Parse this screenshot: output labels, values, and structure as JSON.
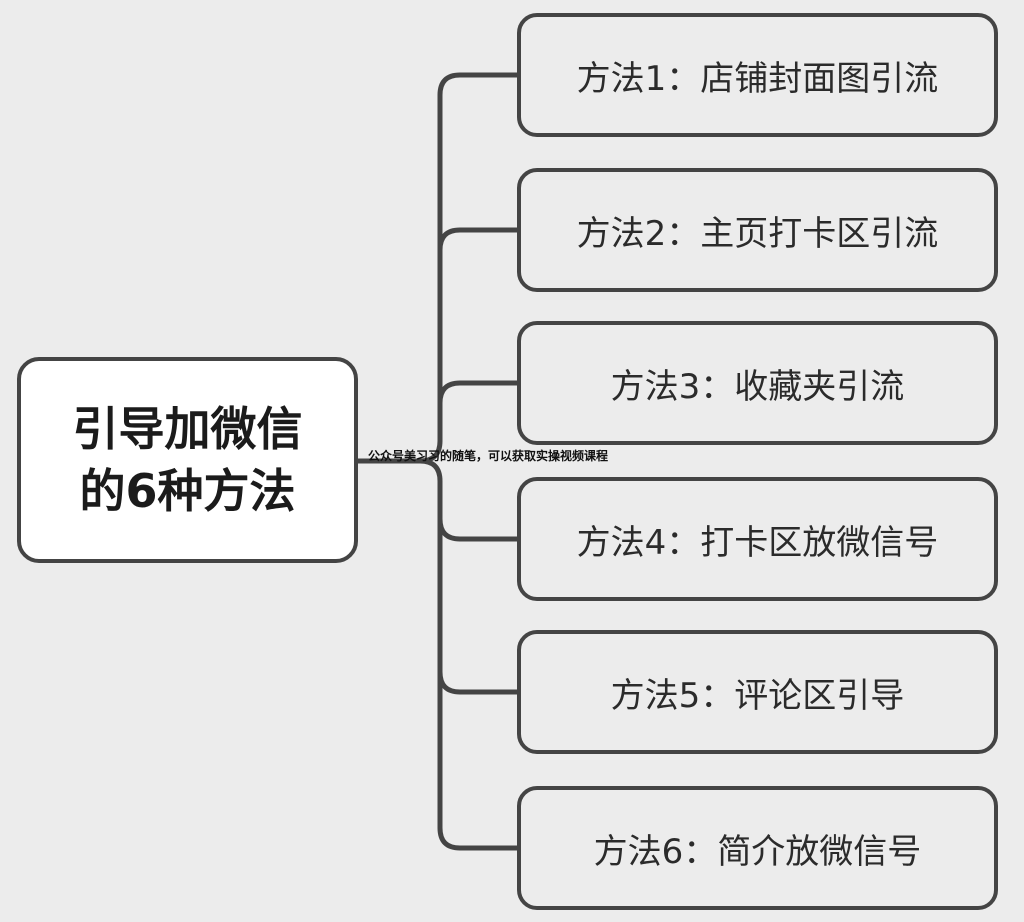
{
  "colors": {
    "background": "#ececec",
    "border": "#444444",
    "root_fill": "#ffffff",
    "text": "#2b2b2b"
  },
  "root": {
    "line1": "引导加微信",
    "line2": "的6种方法"
  },
  "branches": [
    {
      "label": "方法1：店铺封面图引流"
    },
    {
      "label": "方法2：主页打卡区引流"
    },
    {
      "label": "方法3：收藏夹引流"
    },
    {
      "label": "方法4：打卡区放微信号"
    },
    {
      "label": "方法5：评论区引导"
    },
    {
      "label": "方法6：简介放微信号"
    }
  ],
  "watermark": "公众号美习习的随笔，可以获取实操视频课程"
}
